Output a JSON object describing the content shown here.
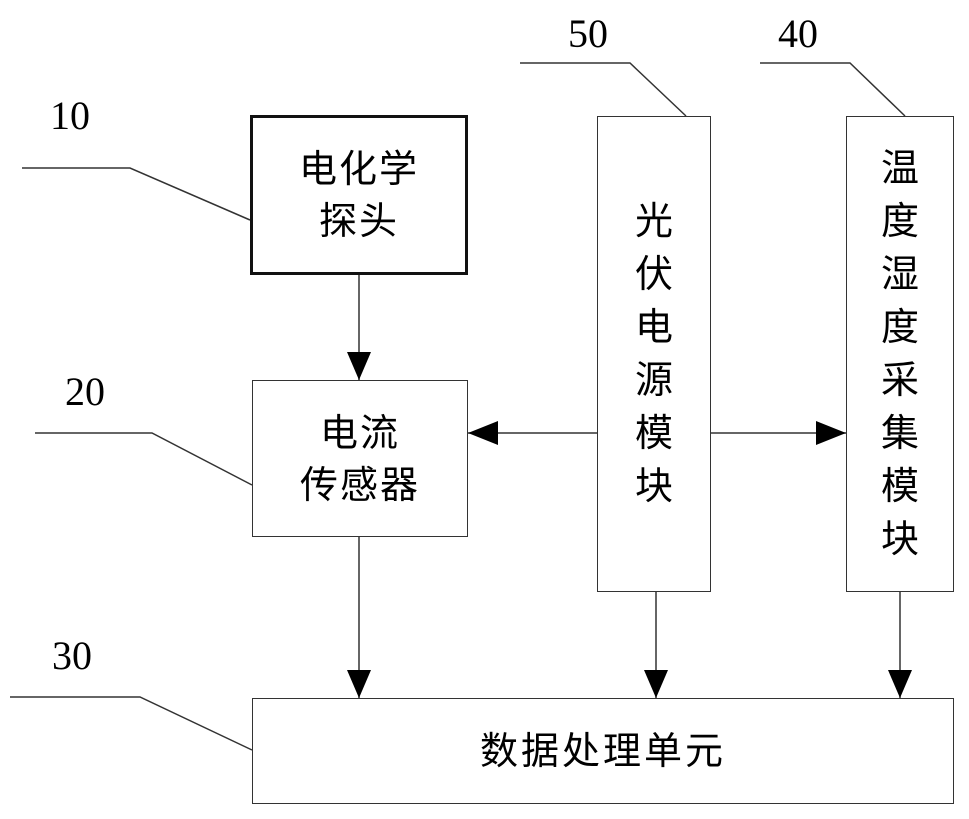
{
  "labels": {
    "probe": "10",
    "sensor": "20",
    "processor": "30",
    "th_module": "40",
    "pv_module": "50"
  },
  "blocks": {
    "probe": "电化学\n探头",
    "sensor": "电流\n传感器",
    "pv_module": "光\n伏\n电\n源\n模\n块",
    "th_module": "温\n度\n湿\n度\n采\n集\n模\n块",
    "processor": "数据处理单元"
  }
}
